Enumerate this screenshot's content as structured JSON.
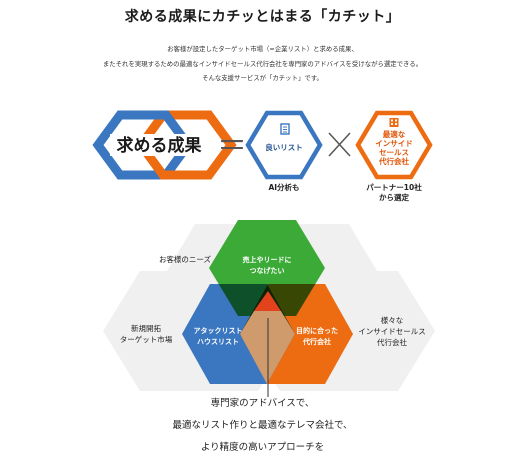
{
  "title": "求める成果にカチッとはまる「カチット」",
  "intro": [
    "お客様が設定したターゲット市場（=企業リスト）と求める成果、",
    "またそれを実現するための最適なインサイドセールス代行会社を専門家のアドバイスを受けながら選定できる。",
    "そんな支援サービスが「カチット」です。"
  ],
  "equation": {
    "left_label": "求める成果",
    "equals_symbol": "＝",
    "times_symbol": "×",
    "good_list": {
      "label": "良いリスト",
      "caption": "AI分析も",
      "icon": "document-icon"
    },
    "best_agency": {
      "label_lines": [
        "最適な",
        "インサイド",
        "セールス",
        "代行会社"
      ],
      "caption_lines": [
        "パートナー10社",
        "から選定"
      ],
      "icon": "building-icon"
    }
  },
  "venn": {
    "top_outer": "お客様のニーズ",
    "top_inner": [
      "売上やリードに",
      "つなげたい"
    ],
    "left_outer": [
      "新規開拓",
      "ターゲット市場"
    ],
    "left_inner": [
      "アタックリスト",
      "ハウスリスト"
    ],
    "right_outer": [
      "様々な",
      "インサイドセールス",
      "代行会社"
    ],
    "right_inner": [
      "目的に合った",
      "代行会社"
    ]
  },
  "bottom_text": [
    "専門家のアドバイスで、",
    "最適なリスト作りと最適なテレマ会社で、",
    "より精度の高いアプローチを"
  ],
  "colors": {
    "blue": "#3a77c0",
    "orange": "#ee6c11",
    "green": "#3caa37",
    "red": "#e2421c",
    "tan": "#cf9a6c",
    "light_gray": "#f0f0f0"
  }
}
